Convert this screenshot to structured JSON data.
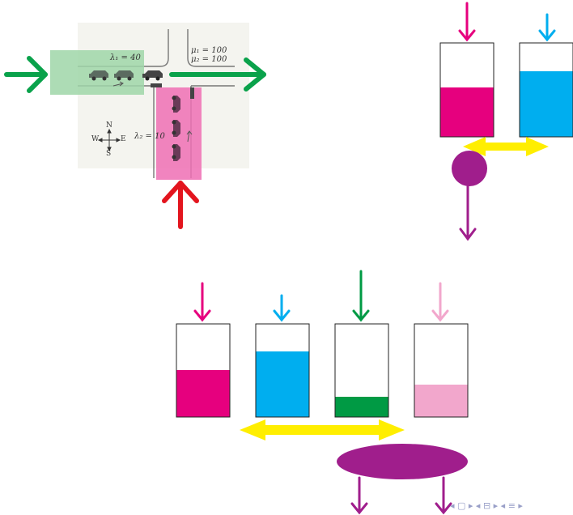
{
  "intersection": {
    "lambda1": "λ₁ = 40",
    "lambda2": "λ₂ = 10",
    "mu1": "μ₁ = 100",
    "mu2": "μ₂ = 100",
    "compass": {
      "n": "N",
      "s": "S",
      "e": "E",
      "w": "W"
    }
  },
  "colors": {
    "green": "#0aa24b",
    "green_zone": "#9fd6a8",
    "magenta": "#e6007e",
    "pink_zone": "#ef6fb4",
    "red": "#e3151e",
    "cyan": "#00aeef",
    "dark_green": "#009a44",
    "light_pink": "#f2a7cc",
    "yellow": "#ffee00",
    "purple": "#a01e8c"
  },
  "two_queue_system": {
    "queues": [
      {
        "id": "magenta",
        "fill_fraction": 0.53
      },
      {
        "id": "cyan",
        "fill_fraction": 0.7
      }
    ],
    "server_shape": "circle"
  },
  "four_queue_system": {
    "queues": [
      {
        "id": "magenta",
        "fill_fraction": 0.5
      },
      {
        "id": "cyan",
        "fill_fraction": 0.7
      },
      {
        "id": "dark_green",
        "fill_fraction": 0.22
      },
      {
        "id": "light_pink",
        "fill_fraction": 0.35
      }
    ],
    "server_shape": "ellipse",
    "output_count": 2
  },
  "nav": {
    "symbols": "◂ ▢ ▸ ◂ ⊟ ▸ ◂ ≡ ▸"
  }
}
